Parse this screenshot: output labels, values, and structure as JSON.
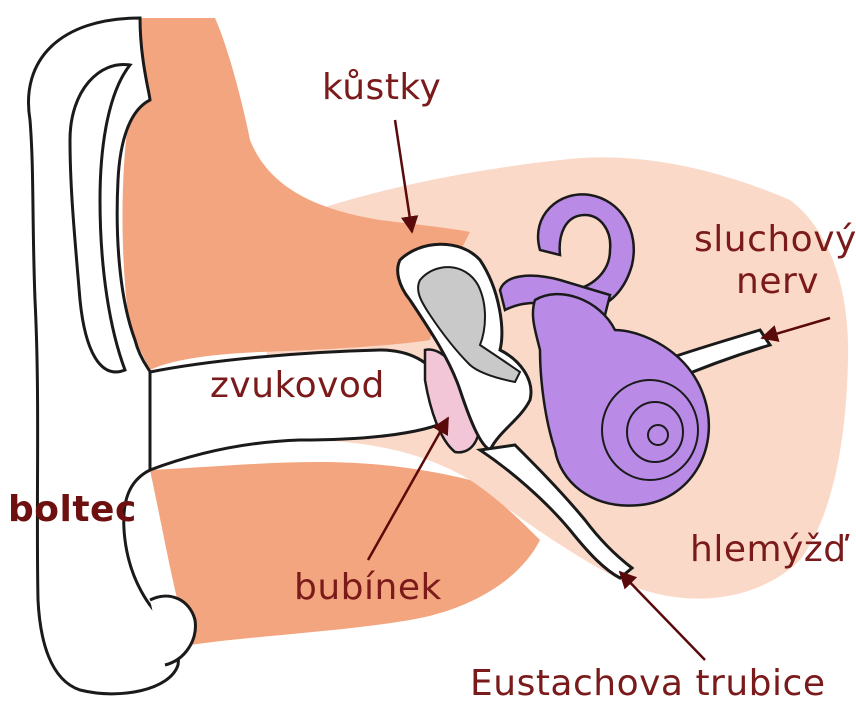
{
  "colors": {
    "skin": "#f3a57f",
    "skin_light": "#fbd9c8",
    "outline": "#1a1a1a",
    "label": "#7a1a1a",
    "arrow": "#5a0a0a",
    "cochlea": "#b98be6",
    "eardrum": "#f2c6d6",
    "bone": "#c9c9c9"
  },
  "labels": {
    "ossicles": "kůstky",
    "auditory_nerve_line1": "sluchový",
    "auditory_nerve_line2": "nerv",
    "ear_canal": "zvukovod",
    "auricle": "boltec",
    "cochlea": "hlemýžď",
    "eardrum": "bubínek",
    "eustachian_tube": "Eustachova trubice"
  }
}
